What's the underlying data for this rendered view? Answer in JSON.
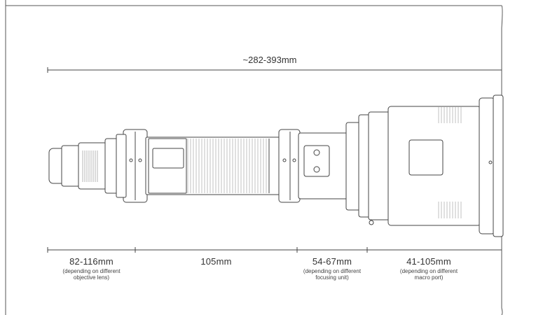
{
  "overall": {
    "label": "~282-393mm"
  },
  "segments": [
    {
      "main": "82-116mm",
      "sub": [
        "(depending on different",
        "objective lens)"
      ]
    },
    {
      "main": "105mm",
      "sub": []
    },
    {
      "main": "54-67mm",
      "sub": [
        "(depending on different",
        "focusing unit)"
      ]
    },
    {
      "main": "41-105mm",
      "sub": [
        "(depending on different",
        "macro port)"
      ]
    }
  ],
  "colors": {
    "line": "#333333",
    "outline": "#444444",
    "fill": "#ffffff",
    "ribbing": "#9a9a9a"
  }
}
